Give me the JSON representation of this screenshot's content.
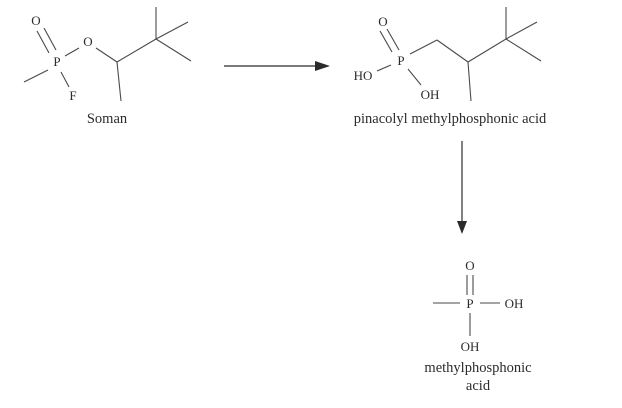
{
  "scheme": {
    "description": "Hydrolysis reaction scheme of Soman to pinacolyl methylphosphonic acid to methylphosphonic acid"
  },
  "molecules": {
    "soman": {
      "name": "Soman",
      "atoms": {
        "carbonyl_o": "O",
        "p": "P",
        "f": "F",
        "ester_o": "O"
      }
    },
    "pinacolyl_mpa": {
      "name": "pinacolyl methylphosphonic acid",
      "atoms": {
        "carbonyl_o": "O",
        "p": "P",
        "ho": "HO",
        "oh": "OH"
      }
    },
    "mpa": {
      "name_line1": "methylphosphonic",
      "name_line2": "acid",
      "atoms": {
        "carbonyl_o": "O",
        "p": "P",
        "oh_right": "OH",
        "oh_bottom": "OH"
      }
    }
  }
}
